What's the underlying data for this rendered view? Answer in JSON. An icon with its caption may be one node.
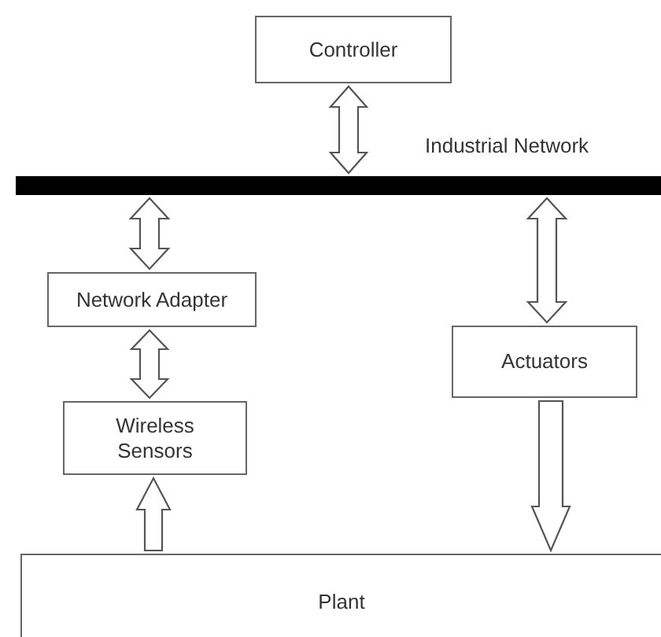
{
  "diagram": {
    "nodes": [
      {
        "text": [
          "Controller"
        ]
      },
      {
        "text": [],
        "shape": "bar",
        "beside": [
          "Industrial Network"
        ]
      },
      {
        "text": [
          "Network Adapter"
        ]
      },
      {
        "text": [
          "Actuators"
        ]
      },
      {
        "text": [
          "Wireless Sensors"
        ]
      },
      {
        "text": [
          "Plant"
        ]
      }
    ],
    "edges": [
      {
        "from": 0,
        "to": 1,
        "arrow": "both"
      },
      {
        "from": 1,
        "to": 2,
        "arrow": "both"
      },
      {
        "from": 2,
        "to": 4,
        "arrow": "both"
      },
      {
        "from": 1,
        "to": 3,
        "arrow": "both"
      },
      {
        "from": 3,
        "to": 5,
        "arrow": "to"
      },
      {
        "from": 5,
        "to": 4,
        "arrow": "to"
      }
    ]
  }
}
